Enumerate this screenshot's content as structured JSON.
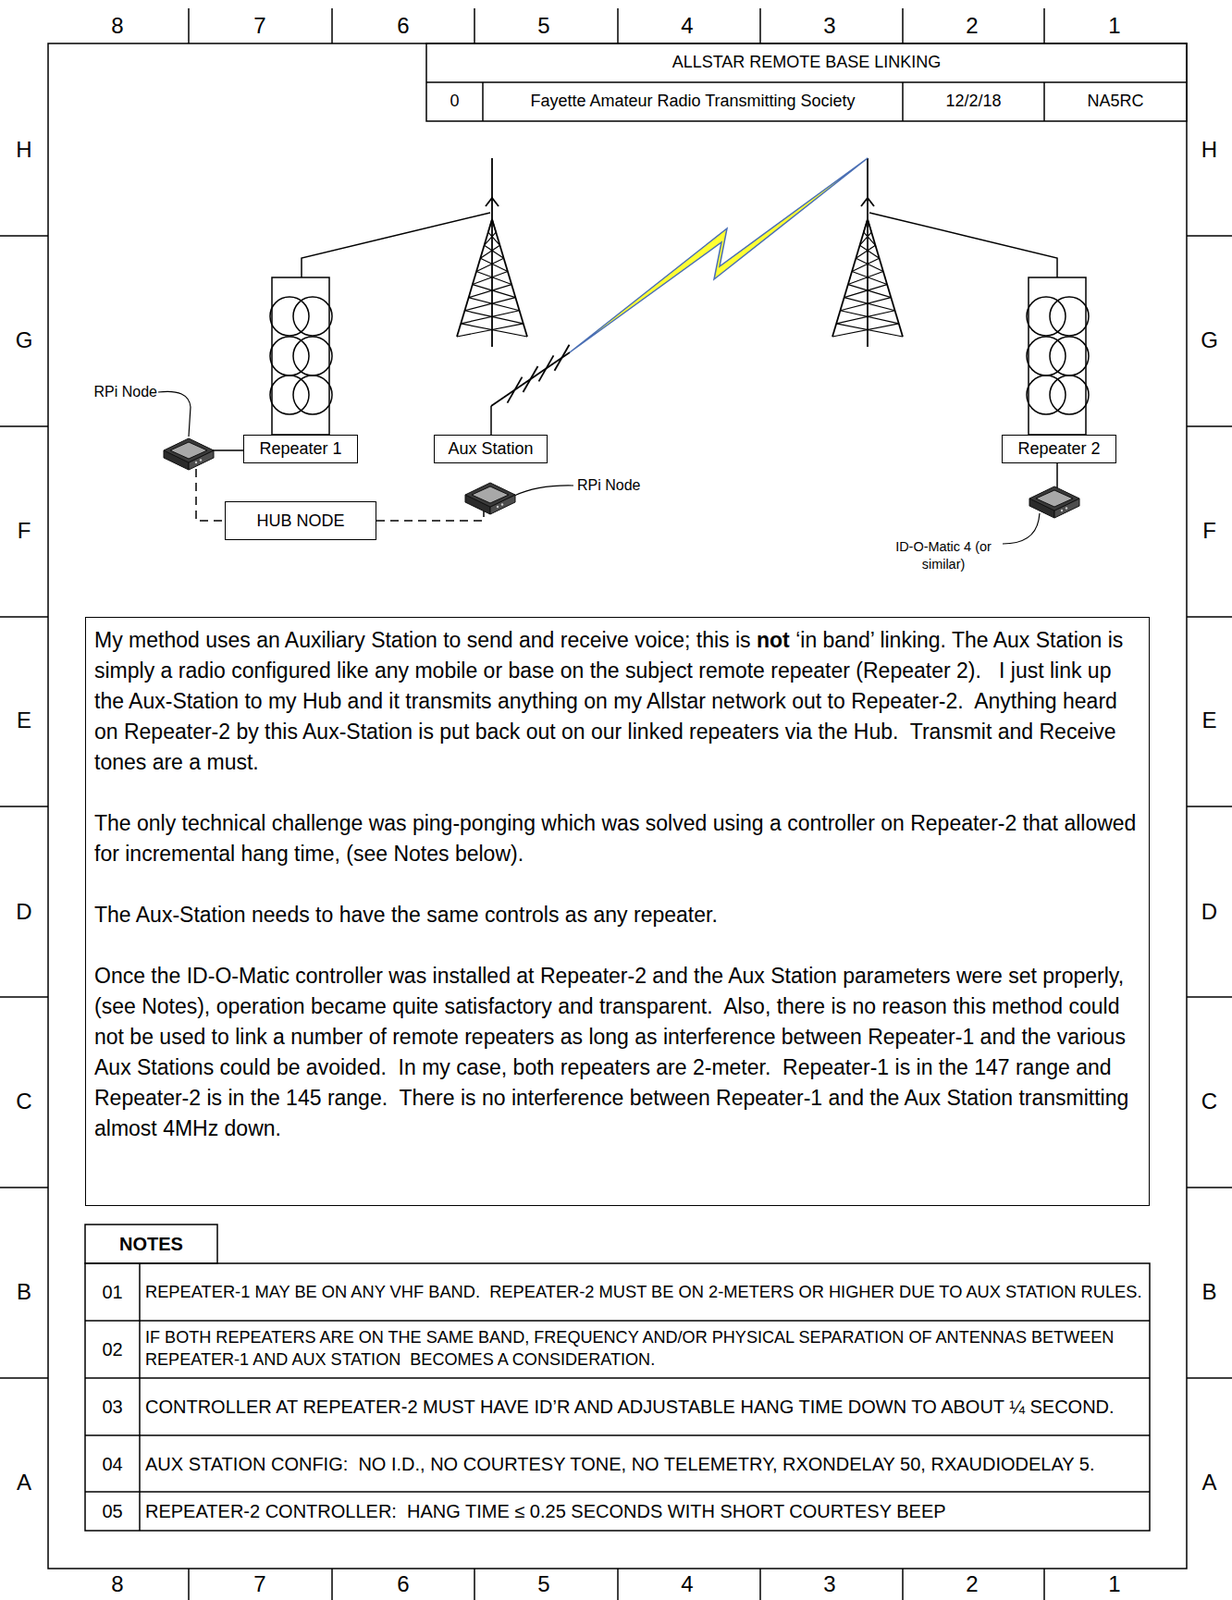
{
  "diagram": {
    "title": "ALLSTAR REMOTE BASE LINKING",
    "nodes": [
      {
        "text": [
          "Repeater 1"
        ]
      },
      {
        "text": [
          "Aux Station"
        ]
      },
      {
        "text": [
          "Repeater 2"
        ]
      },
      {
        "text": [
          "HUB NODE"
        ]
      },
      {
        "text": [
          "My method uses an Auxiliary Station to send and receive voice; this is",
          "not",
          "‘in band’ linking. The Aux Station is simply a radio configured like any mobile or base on the subject remote repeater (Repeater 2).   I just link up the Aux-Station to my Hub and it transmits anything on my Allstar network out to Repeater-2.  Anything heard on Repeater-2 by this Aux-Station is put back out on our linked repeaters via the Hub.  Transmit and Receive tones are a must.",
          "The only technical challenge was ping-ponging which was solved using a controller on Repeater-2 that allowed for incremental hang time, (see Notes below).",
          "The Aux-Station needs to have the same controls as any repeater.",
          "Once the ID-O-Matic controller was installed at Repeater-2 and the Aux Station parameters were set properly, (see Notes), operation became quite satisfactory and transparent.  Also, there is no reason this method could not be used to link a number of remote repeaters as long as interference between Repeater-1 and the various Aux Stations could be avoided.  In my case, both repeaters are 2-meter.  Repeater-1 is in the 147 range and Repeater-2 is in the 145 range.  There is no interference between Repeater-1 and the Aux Station transmitting almost 4MHz down."
        ]
      }
    ],
    "labels": [
      "8",
      "7",
      "6",
      "5",
      "4",
      "3",
      "2",
      "1",
      "8",
      "7",
      "6",
      "5",
      "4",
      "3",
      "2",
      "1",
      "H",
      "G",
      "F",
      "E",
      "D",
      "C",
      "B",
      "A",
      "H",
      "G",
      "F",
      "E",
      "D",
      "C",
      "B",
      "A",
      "0",
      "Fayette Amateur Radio Transmitting Society",
      "12/2/18",
      "NA5RC",
      "RPi Node",
      "RPi Node",
      "ID-O-Matic 4 (or similar)",
      "NOTES",
      "01",
      "REPEATER-1 MAY BE ON ANY VHF BAND.  REPEATER-2 MUST BE ON 2-METERS OR HIGHER DUE TO AUX STATION RULES.",
      "02",
      "IF BOTH REPEATERS ARE ON THE SAME BAND, FREQUENCY AND/OR PHYSICAL SEPARATION OF ANTENNAS BETWEEN REPEATER-1 AND AUX STATION  BECOMES A CONSIDERATION.",
      "03",
      "CONTROLLER AT REPEATER-2 MUST HAVE ID’R AND ADJUSTABLE HANG TIME DOWN TO ABOUT ¼ SECOND.",
      "04",
      "AUX STATION CONFIG:  NO I.D., NO COURTESY TONE, NO TELEMETRY, RXONDELAY 50, RXAUDIODELAY 5.",
      "05",
      "REPEATER-2 CONTROLLER:  HANG TIME ≤ 0.25 SECONDS WITH SHORT COURTESY BEEP"
    ]
  }
}
